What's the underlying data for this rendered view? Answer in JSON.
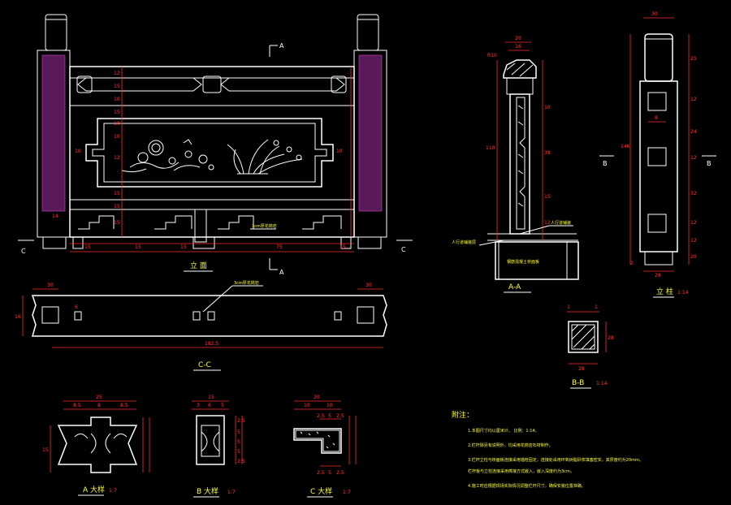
{
  "elevation": {
    "section_marks": {
      "a": "A",
      "c": "C"
    },
    "heights": [
      "12",
      "15",
      "10",
      "15",
      "10",
      "10",
      "12",
      "15",
      "15",
      "15",
      "14"
    ],
    "widths": {
      "left": "10",
      "right": "10"
    },
    "bottom_dims": [
      "15",
      "15",
      "15",
      "75",
      "15"
    ],
    "label": "立 面",
    "note": "3cm厚花岗岩"
  },
  "plan_c": {
    "label": "C-C",
    "dims": {
      "left": "30",
      "right": "30",
      "depth": "16",
      "small": "6",
      "length": "182.5"
    },
    "note": "3cm厚花岗岩"
  },
  "section_aa": {
    "label": "A-A",
    "top_dims": {
      "width": "20",
      "inner": "16",
      "r": "R10"
    },
    "left_dim": "110",
    "right_dims": [
      "10",
      "38",
      "15",
      "12"
    ],
    "note1": "人行道铺装",
    "note2": "人行道铺装层",
    "note3": "钢筋混凝土桥面板"
  },
  "column": {
    "label": "立 柱",
    "scale": "1:14",
    "top_dim": "30",
    "left_dim": "146",
    "bottom_dims": {
      "a": "2",
      "b": "28"
    },
    "inner_dim": "8",
    "right_dims": [
      "25",
      "12",
      "24",
      "12",
      "32",
      "12",
      "12",
      "20"
    ],
    "section_mark": "B"
  },
  "section_bb": {
    "label": "B-B",
    "scale": "1:14",
    "dims": {
      "a": "1",
      "b": "1",
      "w": "28",
      "h": "28"
    }
  },
  "detail_a": {
    "label": "A 大样",
    "scale": "1:7",
    "top_dims": [
      "25",
      "8.5",
      "8",
      "8.5"
    ],
    "left_dim": "15"
  },
  "detail_b": {
    "label": "B 大样",
    "scale": "1:7",
    "top_dims": [
      "15",
      "3",
      "6",
      "5"
    ],
    "right_dims": [
      "2.5",
      "5",
      "5",
      "5",
      "2.5"
    ]
  },
  "detail_c": {
    "label": "C 大样",
    "scale": "1:7",
    "top_dims": [
      "20",
      "10",
      "10"
    ],
    "small_dims": [
      "2.5",
      "5",
      "2.5"
    ]
  },
  "notes": {
    "title": "附注：",
    "lines": [
      "1.本图尺寸均以厘米计，          比例：1:14。",
      "2.栏杆除另有说明外，均采用花岗岩石材制作。",
      "3.栏杆立柱与桥面板连接采用锚栓固定，连接处采用环氧树脂砂浆填塞密实，其厚度约为20mm。",
      "   栏杆板与立柱连接采用榫接方式嵌入，嵌入深度约为3cm。",
      "4.施工时应根据现场实际情况调整栏杆尺寸，确保安装位置准确。"
    ]
  }
}
